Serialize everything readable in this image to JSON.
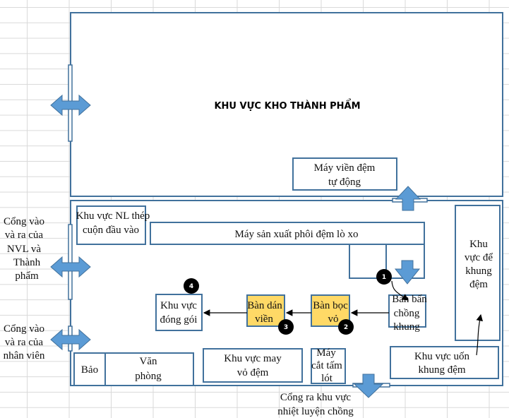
{
  "colors": {
    "outline": "#41719c",
    "arrow_fill": "#5b9bd5",
    "highlight": "#ffd966",
    "step_marker": "#000000"
  },
  "areas": {
    "warehouse": "KHU VỰC KHO THÀNH PHẨM",
    "auto_edge_machine": [
      "Máy viền đệm",
      "tự động"
    ],
    "raw_steel_area": [
      "Khu vực NL thép",
      "cuộn đầu vào"
    ],
    "spring_machine": "Máy sản xuất phôi đệm lò xo",
    "frame_stapling_table": [
      "Bàn bấn",
      "chồng",
      "khung"
    ],
    "frame_storage": [
      "Khu",
      "vực để",
      "khung",
      "đệm"
    ],
    "frame_bending": [
      "Khu vực uốn",
      "khung đệm"
    ],
    "cover_table": [
      "Bàn bọc",
      "vỏ"
    ],
    "edge_glue_table": [
      "Bàn dán",
      "viền"
    ],
    "packing_area": [
      "Khu vực",
      "đóng gói"
    ],
    "guard": "Bảo",
    "office": [
      "Văn",
      "phòng"
    ],
    "sewing_area": [
      "Khu vực may",
      "vỏ đệm"
    ],
    "cutting_machine": [
      "Máy",
      "cắt tấm",
      "lót"
    ]
  },
  "gates": {
    "material_gate": [
      "Cổng vào",
      "và ra của",
      "NVL và",
      "Thành",
      "phẩm"
    ],
    "staff_gate": [
      "Cổng vào",
      "và ra của",
      "nhân viên"
    ],
    "heat_treatment_exit": [
      "Cổng ra khu vực",
      "nhiệt luyện chồng"
    ]
  },
  "steps": [
    "1",
    "2",
    "3",
    "4"
  ]
}
